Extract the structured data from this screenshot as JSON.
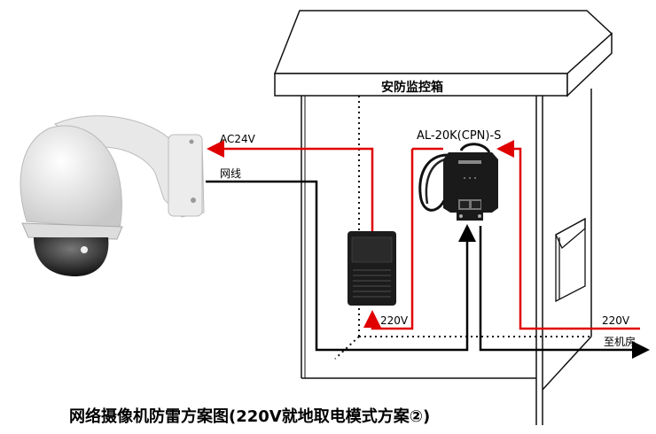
{
  "cabinet": {
    "label": "安防监控箱"
  },
  "device": {
    "model": "AL-20K(CPN)-S"
  },
  "wires": {
    "ac24v": "AC24V",
    "network": "网线",
    "power_in_adapter": "220V",
    "power_in_main": "220V",
    "to_server_room": "至机房"
  },
  "title": "网络摄像机防雷方案图(220V就地取电模式方案②)",
  "colors": {
    "power": "#e00000",
    "signal": "#000000"
  }
}
